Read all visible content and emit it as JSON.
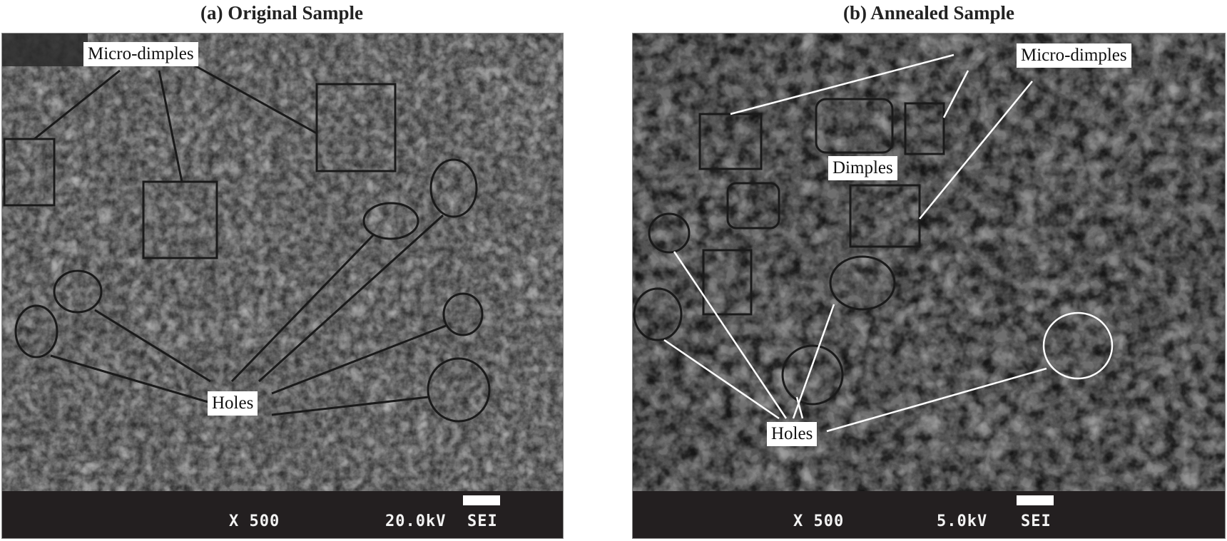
{
  "panel_a": {
    "title": "(a) Original Sample",
    "labels": {
      "micro_dimples": "Micro-dimples",
      "holes": "Holes"
    },
    "databar": {
      "magnification": "X 500",
      "voltage": "20.0kV",
      "detector": "SEI"
    }
  },
  "panel_b": {
    "title": "(b) Annealed Sample",
    "labels": {
      "micro_dimples": "Micro-dimples",
      "dimples": "Dimples",
      "holes": "Holes"
    },
    "databar": {
      "magnification": "X 500",
      "voltage": "5.0kV",
      "detector": "SEI"
    }
  },
  "colors": {
    "databar": "#231f20",
    "annotation_a": "#1a1a1a",
    "annotation_b_light": "#ffffff",
    "annotation_b_dark": "#1a1a1a"
  }
}
